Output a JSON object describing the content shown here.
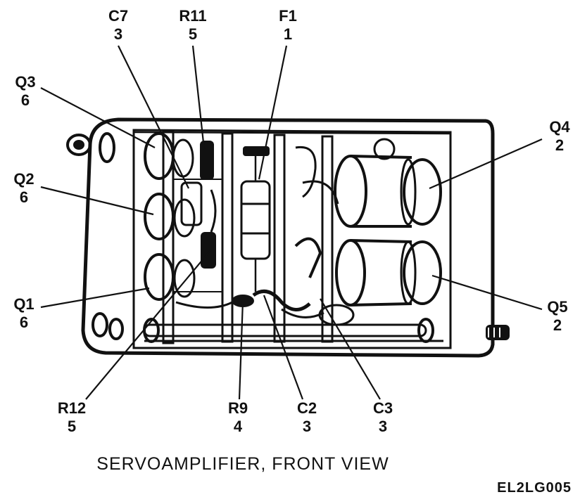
{
  "callouts": [
    {
      "ref": "C7",
      "num": "3"
    },
    {
      "ref": "R11",
      "num": "5"
    },
    {
      "ref": "F1",
      "num": "1"
    },
    {
      "ref": "Q3",
      "num": "6"
    },
    {
      "ref": "Q4",
      "num": "2"
    },
    {
      "ref": "Q2",
      "num": "6"
    },
    {
      "ref": "Q1",
      "num": "6"
    },
    {
      "ref": "Q5",
      "num": "2"
    },
    {
      "ref": "R12",
      "num": "5"
    },
    {
      "ref": "R9",
      "num": "4"
    },
    {
      "ref": "C2",
      "num": "3"
    },
    {
      "ref": "C3",
      "num": "3"
    }
  ],
  "caption": "SERVOAMPLIFIER, FRONT VIEW",
  "figure_code": "EL2LG005",
  "colors": {
    "ink": "#111111",
    "background": "#ffffff"
  }
}
